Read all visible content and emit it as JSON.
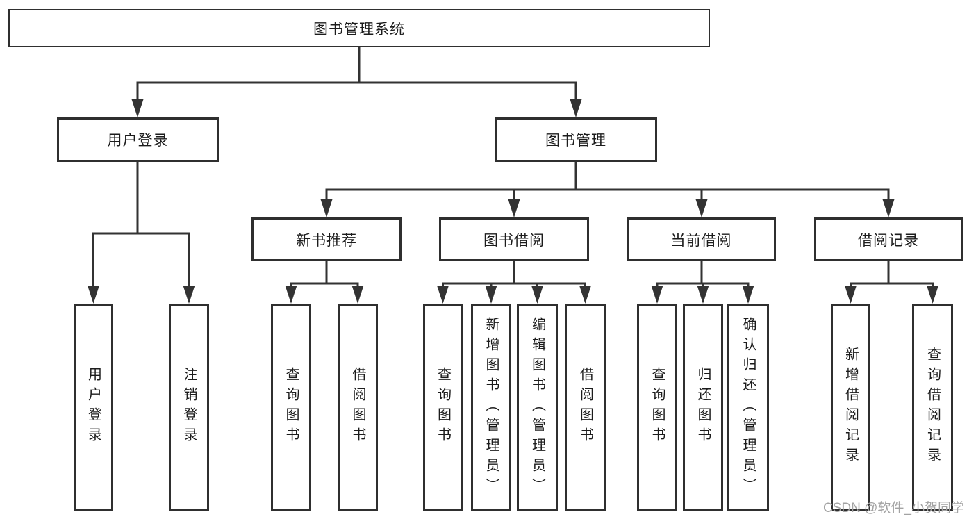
{
  "diagram": {
    "root": {
      "label": "图书管理系统"
    },
    "branches": [
      {
        "label": "用户登录",
        "children": [
          {
            "label": "用户登录"
          },
          {
            "label": "注销登录"
          }
        ]
      },
      {
        "label": "图书管理",
        "children": [
          {
            "label": "新书推荐",
            "children": [
              {
                "label": "查询图书"
              },
              {
                "label": "借阅图书"
              }
            ]
          },
          {
            "label": "图书借阅",
            "children": [
              {
                "label": "查询图书"
              },
              {
                "label": "新增图书（管理员）"
              },
              {
                "label": "编辑图书（管理员）"
              },
              {
                "label": "借阅图书"
              }
            ]
          },
          {
            "label": "当前借阅",
            "children": [
              {
                "label": "查询图书"
              },
              {
                "label": "归还图书"
              },
              {
                "label": "确认归还（管理员）"
              }
            ]
          },
          {
            "label": "借阅记录",
            "children": [
              {
                "label": "新增借阅记录"
              },
              {
                "label": "查询借阅记录"
              }
            ]
          }
        ]
      }
    ]
  },
  "watermark": {
    "text": "CSDN @软件_小贺同学"
  },
  "colors": {
    "line": "#333333",
    "box_border": "#2f2f2f",
    "text": "#1c1c1c",
    "watermark": "#a3a3a3",
    "background": "#ffffff"
  }
}
